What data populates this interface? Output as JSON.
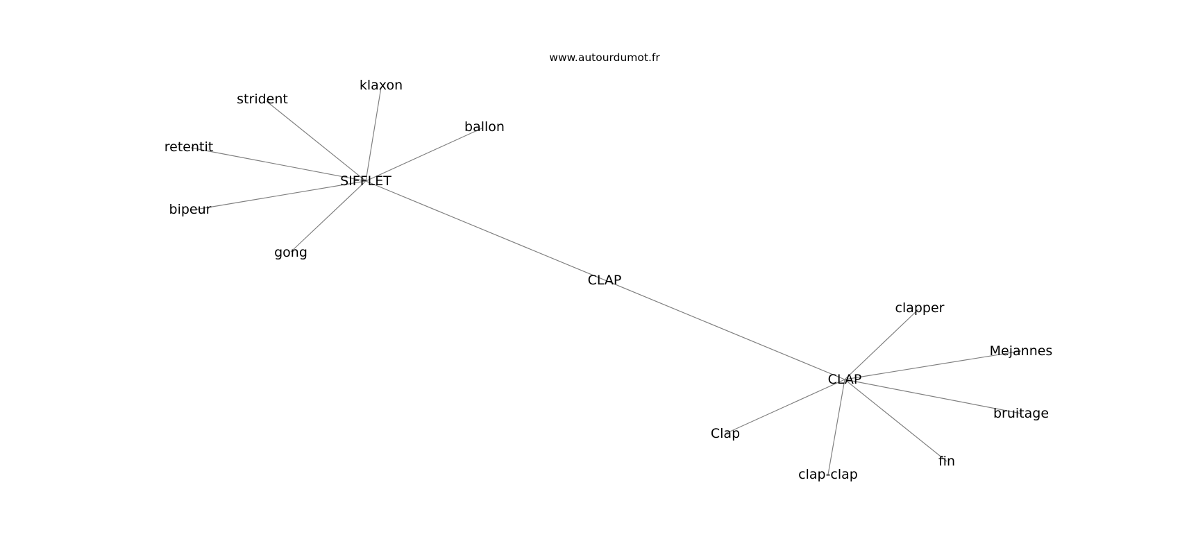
{
  "source": "www.autourdumot.fr",
  "graph": {
    "center": "CLAP",
    "hubs": {
      "sifflet": "SIFFLET",
      "clap": "CLAP"
    },
    "sifflet_neighbors": {
      "strident": "strident",
      "klaxon": "klaxon",
      "ballon": "ballon",
      "retentit": "retentit",
      "bipeur": "bipeur",
      "gong": "gong"
    },
    "clap_neighbors": {
      "clapper": "clapper",
      "mejannes": "Mejannes",
      "bruitage": "bruitage",
      "fin": "fin",
      "clap_clap": "clap-clap",
      "clap_cap": "Clap"
    }
  }
}
